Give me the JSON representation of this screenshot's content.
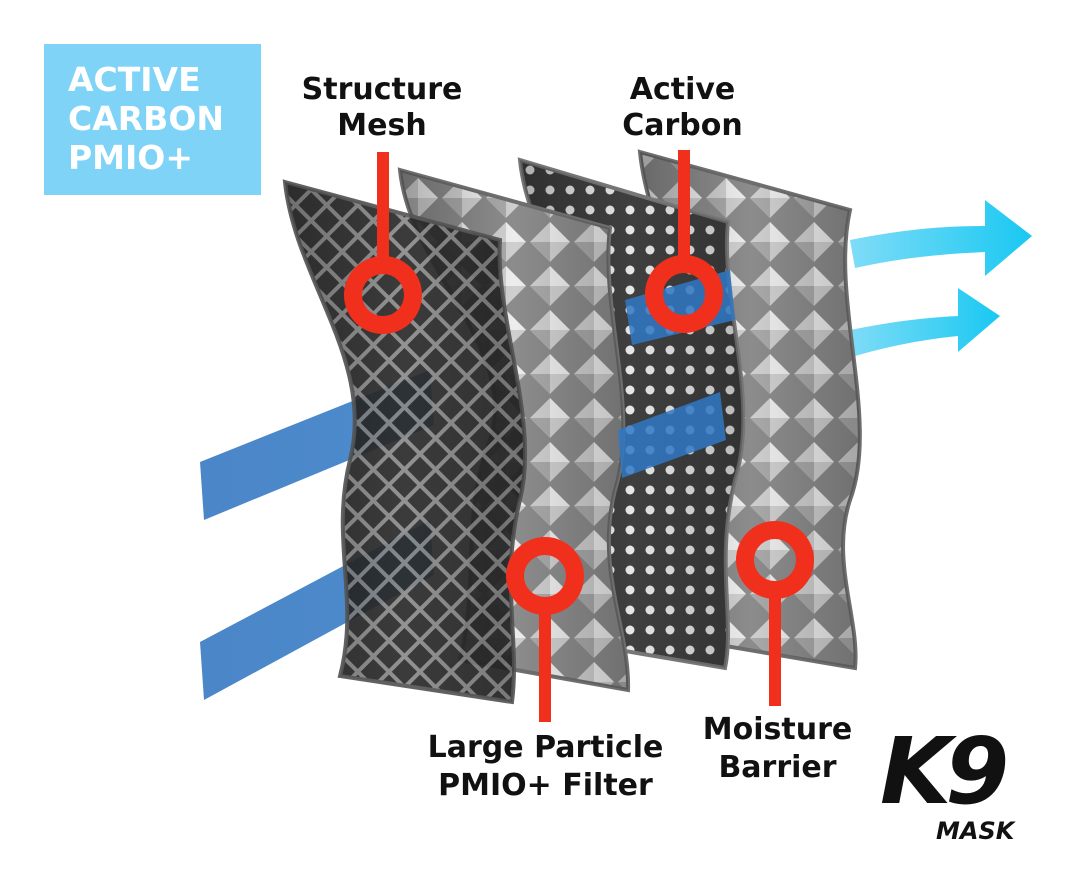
{
  "badge": {
    "lines": [
      "ACTIVE",
      "CARBON",
      "PMIO+"
    ],
    "color": "#7fd3f7"
  },
  "labels": {
    "structure_mesh": [
      "Structure",
      "Mesh"
    ],
    "active_carbon": [
      "Active",
      "Carbon"
    ],
    "large_particle": [
      "Large Particle",
      "PMIO+ Filter"
    ],
    "moisture_barrier": [
      "Moisture",
      "Barrier"
    ]
  },
  "logo": {
    "mark": "K9",
    "sub": "MASK"
  },
  "colors": {
    "callout_red": "#f0301c",
    "airflow_in": "#2f78c4",
    "airflow_out": "#19c8f2",
    "layer_dark": "#3a3a3a",
    "layer_light": "#b5b5b5"
  },
  "icons": [
    "airflow-arrow-icon",
    "callout-marker-icon"
  ]
}
